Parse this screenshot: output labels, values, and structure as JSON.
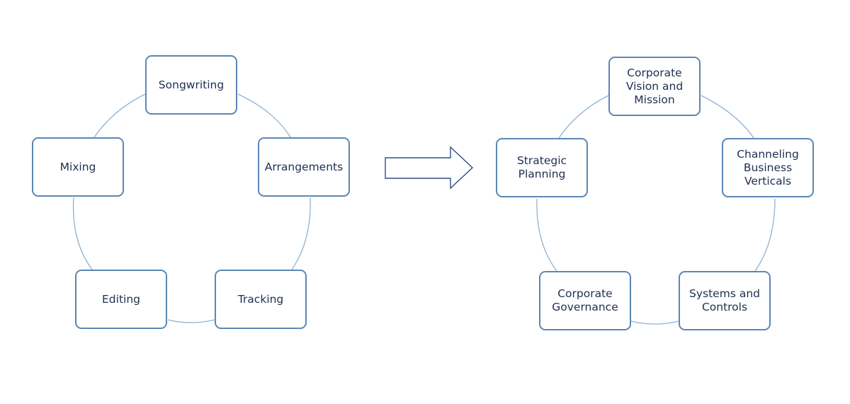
{
  "diagram": {
    "left_cycle": {
      "nodes": [
        {
          "id": "songwriting",
          "label": "Songwriting"
        },
        {
          "id": "arrangements",
          "label": "Arrangements"
        },
        {
          "id": "tracking",
          "label": "Tracking"
        },
        {
          "id": "editing",
          "label": "Editing"
        },
        {
          "id": "mixing",
          "label": "Mixing"
        }
      ]
    },
    "right_cycle": {
      "nodes": [
        {
          "id": "vision",
          "label": "Corporate\nVision and\nMission"
        },
        {
          "id": "channeling",
          "label": "Channeling\nBusiness\nVerticals"
        },
        {
          "id": "systems",
          "label": "Systems and\nControls"
        },
        {
          "id": "governance",
          "label": "Corporate\nGovernance"
        },
        {
          "id": "strategic",
          "label": "Strategic\nPlanning"
        }
      ]
    },
    "transition": "left cycle maps to right cycle",
    "colors": {
      "node_border": "#5b87b3",
      "connector": "#8fb3d3",
      "arrow_outline": "#2f4f7f",
      "text": "#1f2f4f"
    }
  }
}
